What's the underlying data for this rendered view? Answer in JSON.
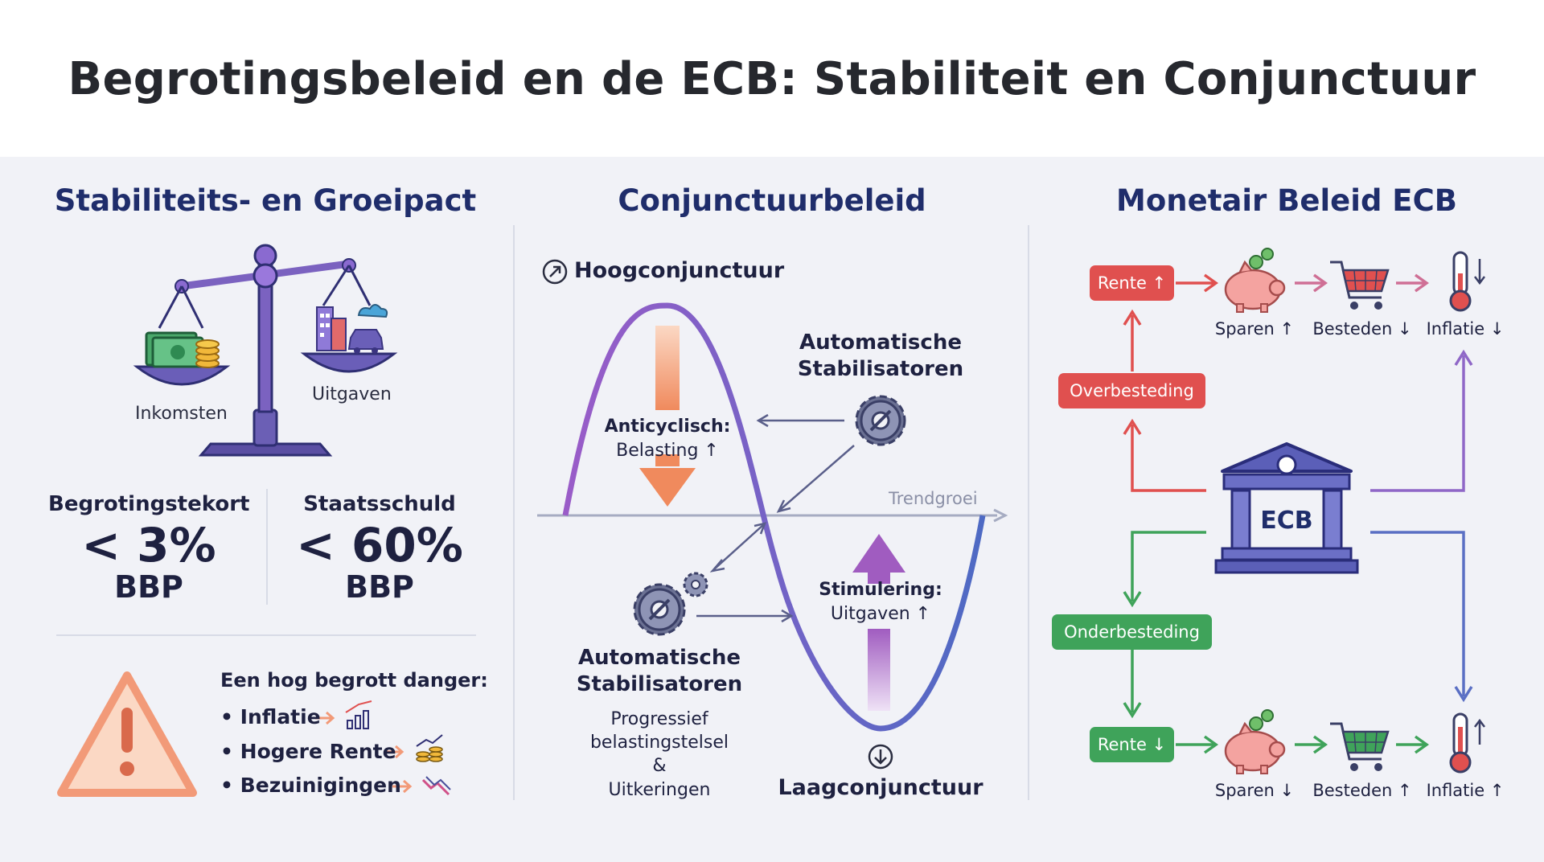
{
  "title": "Begrotingsbeleid en de ECB: Stabiliteit en Conjunctuur",
  "left": {
    "heading": "Stabiliteits- en Groeipact",
    "scale": {
      "left_label": "Inkomsten",
      "right_label": "Uitgaven"
    },
    "deficit": {
      "label": "Begrotingstekort",
      "value": "< 3%",
      "unit": "BBP"
    },
    "debt": {
      "label": "Staatsschuld",
      "value": "< 60%",
      "unit": "BBP"
    },
    "warning": {
      "heading": "Een hog begrott danger:",
      "items": [
        "• Inflatie",
        "• Hogere Rente",
        "• Bezuinigingen"
      ]
    }
  },
  "middle": {
    "heading": "Conjunctuurbeleid",
    "boom": "Hoogconjunctuur",
    "bust": "Laagconjunctuur",
    "trend": "Trendgroei",
    "anticyclic_line1": "Anticyclisch:",
    "anticyclic_line2": "Belasting ↑",
    "stimulus_line1": "Stimulering:",
    "stimulus_line2": "Uitgaven ↑",
    "stabilizers_top": [
      "Automatische",
      "Stabilisatoren"
    ],
    "stabilizers_bottom": [
      "Automatische",
      "Stabilisatoren"
    ],
    "stabilizers_desc": [
      "Progressief",
      "belastingstelsel",
      "&",
      "Uitkeringen"
    ]
  },
  "right": {
    "heading": "Monetair Beleid ECB",
    "bank_label": "ECB",
    "over": "Overbesteding",
    "under": "Onderbesteding",
    "rate_up": "Rente ↑",
    "rate_down": "Rente ↓",
    "top_chain": [
      "Sparen ↑",
      "Besteden ↓",
      "Inflatie ↓"
    ],
    "bottom_chain": [
      "Sparen ↓",
      "Besteden ↑",
      "Inflatie ↑"
    ]
  },
  "colors": {
    "navy": "#1f2d6b",
    "red": "#e0504f",
    "green": "#3fa35a",
    "purple": "#8a58c9",
    "blue": "#5a6fc4",
    "orange": "#f08a5d"
  }
}
